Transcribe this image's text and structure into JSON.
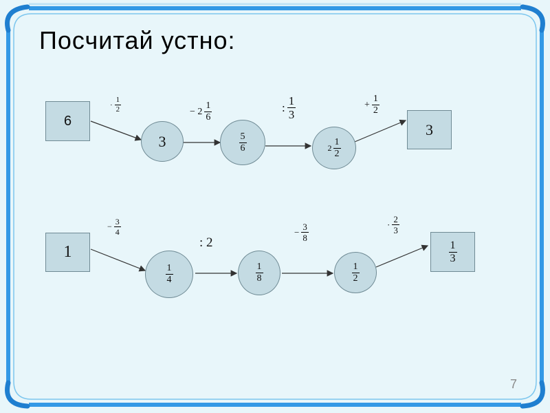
{
  "title": "Посчитай устно:",
  "page_number": "7",
  "colors": {
    "frame": "#3399e6",
    "node_fill": "#c4dbe3",
    "background": "#e8f6fa"
  },
  "chain1": {
    "start": "6",
    "n1": "3",
    "n2": {
      "num": "5",
      "den": "6"
    },
    "n3": {
      "whole": "2",
      "num": "1",
      "den": "2"
    },
    "end": "3",
    "op1": {
      "sign": "·",
      "num": "1",
      "den": "2"
    },
    "op2": {
      "sign": "− 2",
      "num": "1",
      "den": "6"
    },
    "op3": {
      "sign": ":",
      "num": "1",
      "den": "3"
    },
    "op4": {
      "sign": "+",
      "num": "1",
      "den": "2"
    }
  },
  "chain2": {
    "start": "1",
    "n1": {
      "num": "1",
      "den": "4"
    },
    "n2": {
      "num": "1",
      "den": "8"
    },
    "n3": {
      "num": "1",
      "den": "2"
    },
    "end": {
      "num": "1",
      "den": "3"
    },
    "op1": {
      "sign": "−",
      "num": "3",
      "den": "4"
    },
    "op2": {
      "text": ": 2"
    },
    "op3": {
      "sign": "−",
      "num": "3",
      "den": "8"
    },
    "op4": {
      "sign": "·",
      "num": "2",
      "den": "3"
    }
  }
}
